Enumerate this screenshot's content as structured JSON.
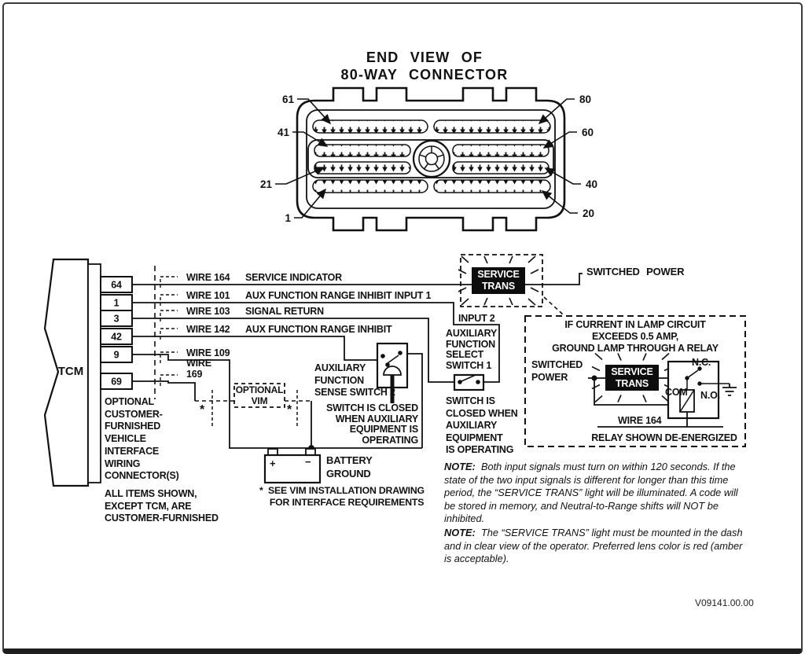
{
  "title": "END VIEW OF\n80-WAY CONNECTOR",
  "doc_number": "V09141.00.00",
  "connector": {
    "pins": [
      "61",
      "80",
      "41",
      "60",
      "21",
      "40",
      "1",
      "20"
    ]
  },
  "tcm": {
    "label": "TCM",
    "pins": [
      "64",
      "1",
      "3",
      "42",
      "9",
      "69"
    ],
    "optional_text": "OPTIONAL\nCUSTOMER-\nFURNISHED\nVEHICLE\nINTERFACE\nWIRING\nCONNECTOR(S)",
    "all_items_text": "ALL ITEMS SHOWN,\nEXCEPT TCM, ARE\nCUSTOMER-FURNISHED"
  },
  "wires": {
    "w164": {
      "name": "WIRE 164",
      "desc": "SERVICE INDICATOR"
    },
    "w101": {
      "name": "WIRE 101",
      "desc": "AUX FUNCTION RANGE INHIBIT INPUT 1"
    },
    "w103": {
      "name": "WIRE 103",
      "desc": "SIGNAL RETURN"
    },
    "w142": {
      "name": "WIRE 142",
      "desc": "AUX FUNCTION RANGE INHIBIT"
    },
    "w109": {
      "name": "WIRE 109"
    },
    "w169": {
      "name": "WIRE\n169"
    }
  },
  "lamp": {
    "text": "SERVICE\nTRANS"
  },
  "switched_power_top": "SWITCHED POWER",
  "input2_label": "INPUT 2",
  "select_switch": {
    "label": "AUXILIARY\nFUNCTION\nSELECT\nSWITCH 1",
    "note": "SWITCH IS\nCLOSED WHEN\nAUXILIARY\nEQUIPMENT\nIS OPERATING"
  },
  "sense_switch": {
    "label": "AUXILIARY\nFUNCTION\nSENSE SWITCH 2",
    "note": "SWITCH IS CLOSED\nWHEN AUXILIARY\nEQUIPMENT IS\nOPERATING"
  },
  "vim": {
    "label": "OPTIONAL\nVIM",
    "asterisk": "*",
    "footnote": "*  SEE VIM INSTALLATION DRAWING\n    FOR INTERFACE REQUIREMENTS"
  },
  "battery": {
    "label": "BATTERY\nGROUND",
    "plus": "+",
    "minus": "−"
  },
  "relay_detail": {
    "title": "IF CURRENT IN LAMP CIRCUIT\nEXCEEDS 0.5 AMP,\nGROUND LAMP THROUGH A RELAY",
    "switched_power": "SWITCHED\nPOWER",
    "nc": "N.C.",
    "com": "COM",
    "no": "N.O.",
    "wire": "WIRE 164",
    "caption": "RELAY SHOWN DE-ENERGIZED"
  },
  "notes": [
    {
      "label": "NOTE:",
      "text": "Both input signals must turn on within 120 seconds.  If the state of the two input signals is different for longer than this time period, the “SERVICE TRANS” light will be illuminated.  A code will be stored in memory, and Neutral-to-Range shifts will NOT be inhibited."
    },
    {
      "label": "NOTE:",
      "text": "The “SERVICE TRANS” light must be mounted in the dash and in clear view of the operator.  Preferred lens color is red (amber is acceptable)."
    }
  ],
  "colors": {
    "ink": "#111111",
    "paper": "#ffffff",
    "lamp_bg": "#0d0d0d"
  }
}
